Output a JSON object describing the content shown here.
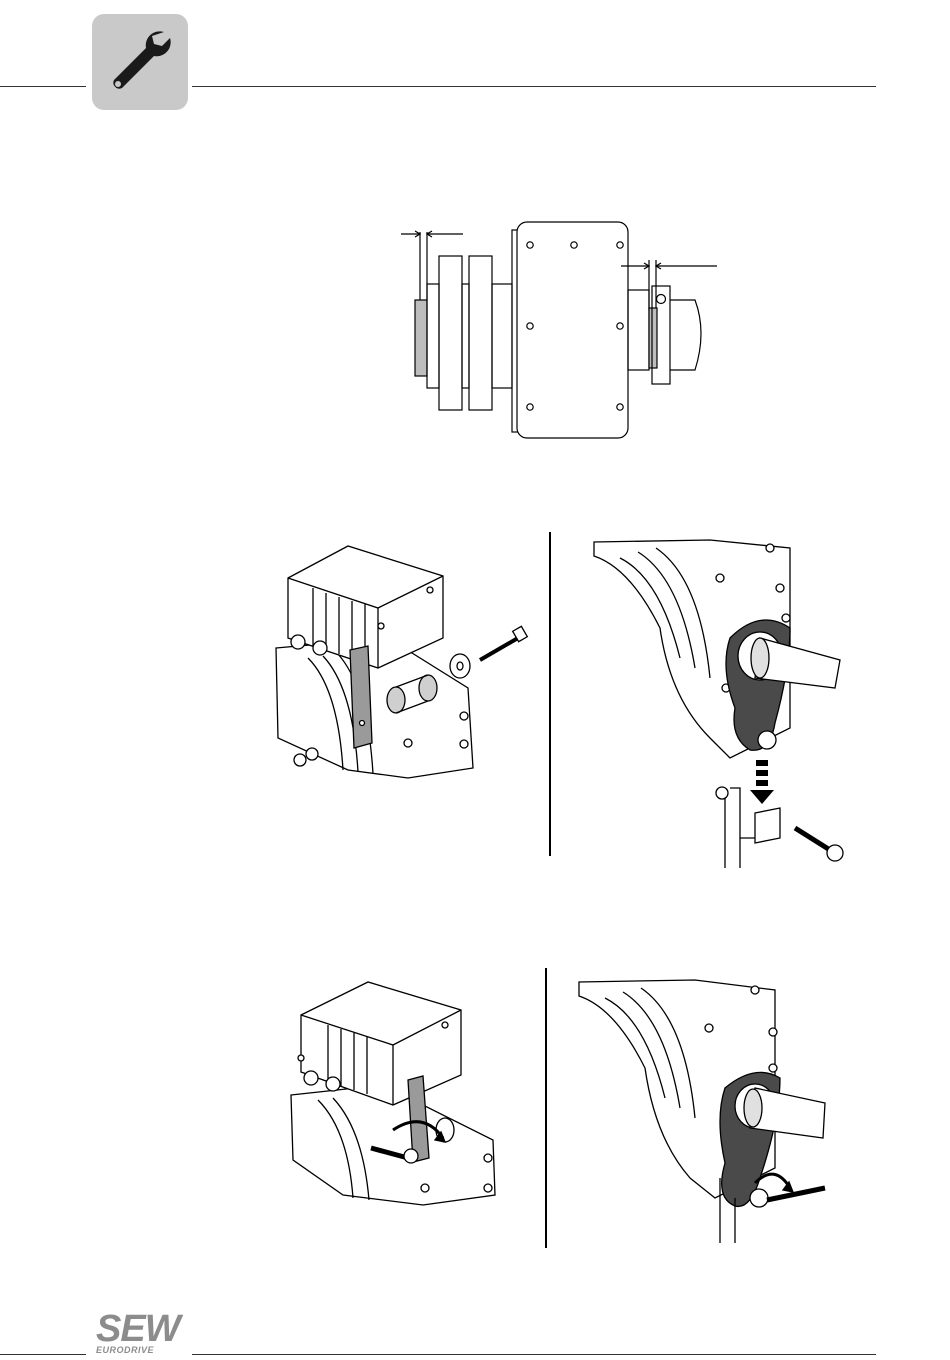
{
  "page": {
    "brand": {
      "logo_main": "SEW",
      "logo_sub": "EURODRIVE"
    },
    "header_icon": "wrench-icon",
    "figures": [
      {
        "name": "shaft-clearance-diagram"
      },
      {
        "name": "motor-torque-arm-bolt-assembly"
      },
      {
        "name": "gear-unit-torque-arm-bracket-assembly"
      },
      {
        "name": "motor-torque-arm-tightening"
      },
      {
        "name": "gear-unit-torque-arm-tightening"
      }
    ]
  }
}
